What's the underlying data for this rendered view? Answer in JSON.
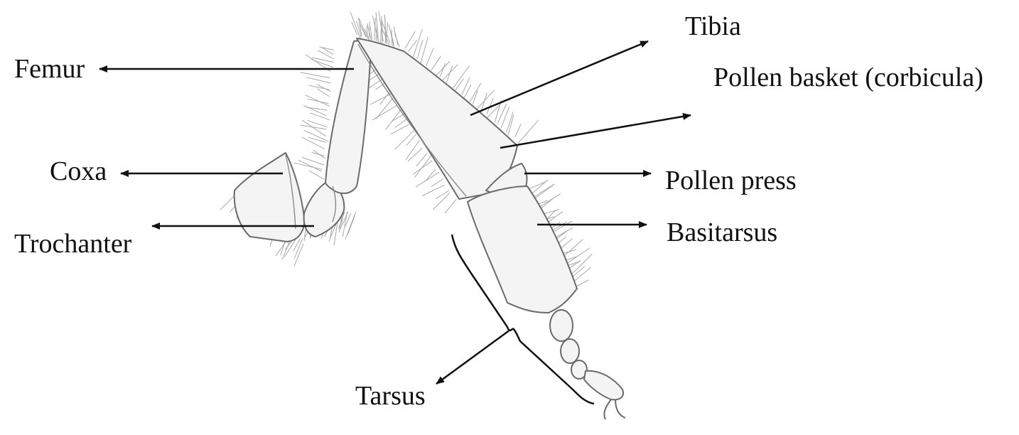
{
  "labels": {
    "tibia": "Tibia",
    "pollen_basket": "Pollen basket (corbicula)",
    "femur": "Femur",
    "coxa": "Coxa",
    "trochanter": "Trochanter",
    "pollen_press": "Pollen press",
    "basitarsus": "Basitarsus",
    "tarsus": "Tarsus"
  },
  "colors": {
    "ink": "#111111",
    "outline": "#6b6b6b",
    "hair": "#a8a8a8"
  }
}
